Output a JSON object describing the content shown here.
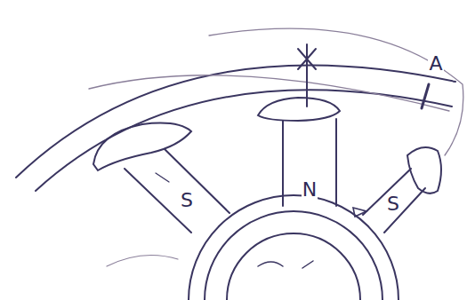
{
  "diagram": {
    "labels": [
      "S",
      "N",
      "S",
      "A"
    ]
  }
}
